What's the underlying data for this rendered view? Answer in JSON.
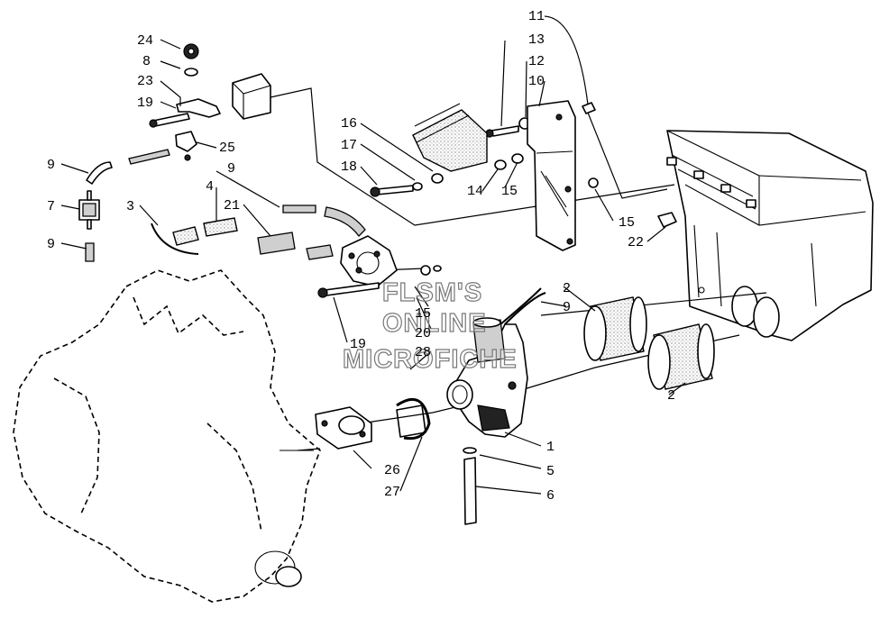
{
  "watermark": {
    "line1": "FLSM'S",
    "line2": "ONLINE",
    "line3": "MICROFICHE"
  },
  "callouts": {
    "c1": "1",
    "c2a": "2",
    "c2b": "2",
    "c3": "3",
    "c4": "4",
    "c5": "5",
    "c6": "6",
    "c7": "7",
    "c8": "8",
    "c9a": "9",
    "c9b": "9",
    "c9c": "9",
    "c9d": "9",
    "c10": "10",
    "c11": "11",
    "c12": "12",
    "c13": "13",
    "c14": "14",
    "c15a": "15",
    "c15b": "15",
    "c15c": "15",
    "c16": "16",
    "c17": "17",
    "c18": "18",
    "c19a": "19",
    "c19b": "19",
    "c20": "20",
    "c21": "21",
    "c22": "22",
    "c23": "23",
    "c24": "24",
    "c25": "25",
    "c26": "26",
    "c27": "27",
    "c28": "28"
  }
}
